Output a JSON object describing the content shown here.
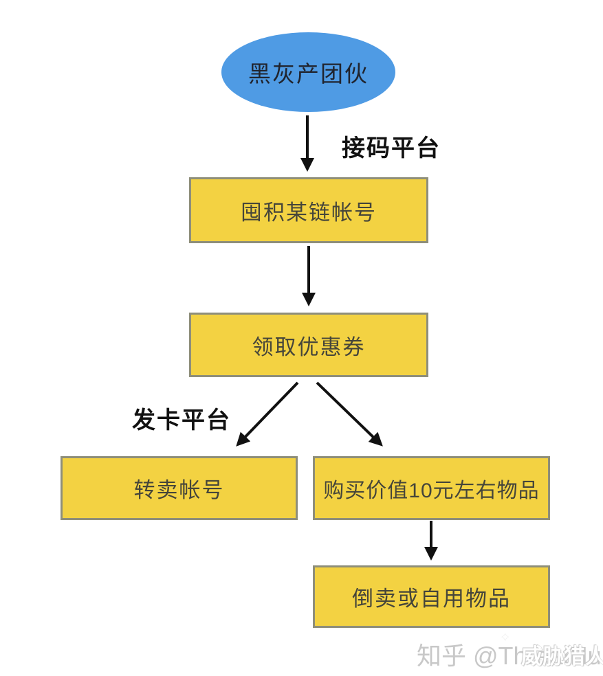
{
  "diagram": {
    "type": "flowchart",
    "start_node": {
      "label": "黑灰产团伙",
      "shape": "ellipse"
    },
    "nodes": {
      "hoard": "囤积某链帐号",
      "coupon": "领取优惠券",
      "resell_account": "转卖帐号",
      "buy_items": "购买价值10元左右物品",
      "flip_items": "倒卖或自用物品"
    },
    "edge_labels": {
      "sms_platform": "接码平台",
      "card_platform": "发卡平台"
    },
    "edges": [
      {
        "from": "黑灰产团伙",
        "to": "囤积某链帐号",
        "label": "接码平台"
      },
      {
        "from": "囤积某链帐号",
        "to": "领取优惠券",
        "label": ""
      },
      {
        "from": "领取优惠券",
        "to": "转卖帐号",
        "label": "发卡平台"
      },
      {
        "from": "领取优惠券",
        "to": "购买价值10元左右物品",
        "label": ""
      },
      {
        "from": "购买价值10元左右物品",
        "to": "倒卖或自用物品",
        "label": ""
      }
    ]
  },
  "watermark": {
    "zhihu_credit": "知乎 @ThreatHunter",
    "overlay_text": "威胁猎人",
    "sparkle_icon": "✦"
  },
  "colors": {
    "ellipse_fill": "#4F9BE4",
    "box_fill": "#F3D242",
    "box_border": "#8E8E7A",
    "box_text": "#45453A",
    "arrow": "#111111",
    "edge_label_text": "#111111",
    "watermark_gray": "#C8C8C8",
    "watermark_overlay": "#FFFFFF"
  }
}
